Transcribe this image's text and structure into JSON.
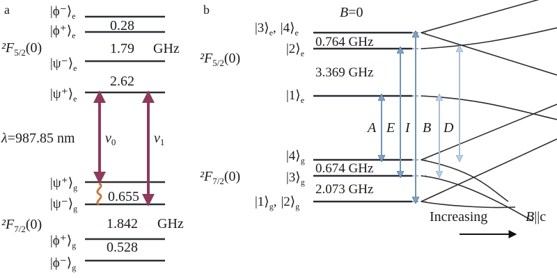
{
  "panel_a": {
    "panel_label": "a",
    "levels_top": {
      "phi_minus_e": "|ϕ⁻⟩",
      "phi_plus_e": "|ϕ⁺⟩",
      "psi_minus_e": "|ψ⁻⟩",
      "psi_plus_e": "|ψ⁺⟩",
      "sub_e": "e"
    },
    "levels_bottom": {
      "psi_plus_g": "|ψ⁺⟩",
      "psi_minus_g": "|ψ⁻⟩",
      "phi_plus_g": "|ϕ⁺⟩",
      "phi_minus_g": "|ϕ⁻⟩",
      "sub_g": "g"
    },
    "state_upper": "²F",
    "state_upper_sub": "5/2",
    "state_upper_tail": "(0)",
    "state_lower": "²F",
    "state_lower_sub": "7/2",
    "state_lower_tail": "(0)",
    "gap_top_1": "0.28",
    "gap_top_2": "1.79",
    "gap_top_unit": "GHz",
    "gap_top_3": "2.62",
    "gap_bot_1": "0.655",
    "gap_bot_2": "1.842",
    "gap_bot_unit": "GHz",
    "gap_bot_3": "0.528",
    "wavelength_lambda": "λ",
    "wavelength": "=987.85 nm",
    "nu0": "ν",
    "nu0_sub": "0",
    "nu1": "ν",
    "nu1_sub": "1"
  },
  "panel_b": {
    "panel_label": "b",
    "field_label": "B",
    "field_value": "=0",
    "ket_3e": "|3⟩",
    "ket_4e": "|4⟩",
    "ket_2e": "|2⟩",
    "ket_1e": "|1⟩",
    "sub_e": "e",
    "comma": ",",
    "ket_4g": "|4⟩",
    "ket_3g": "|3⟩",
    "ket_1g": "|1⟩",
    "ket_2g": "|2⟩",
    "sub_g": "g",
    "gap_e_1": "0.764 GHz",
    "gap_e_2": "3.369 GHz",
    "gap_g_1": "0.674 GHz",
    "gap_g_2": "2.073 GHz",
    "state_upper": "²F",
    "state_upper_sub": "5/2",
    "state_upper_tail": "(0)",
    "state_lower": "²F",
    "state_lower_sub": "7/2",
    "state_lower_tail": "(0)",
    "transition_A": "A",
    "transition_E": "E",
    "transition_I": "I",
    "transition_B": "B",
    "transition_D": "D",
    "increasing": "Increasing",
    "b_parallel": "B",
    "b_parallel_tail": "||c"
  },
  "colors": {
    "level": "#2a2d34",
    "laser_arrow": "#8e3a5c",
    "wavy": "#c8783c",
    "blue_arrow": "#7ea4c8",
    "pale_arrow": "#a7c4db"
  }
}
